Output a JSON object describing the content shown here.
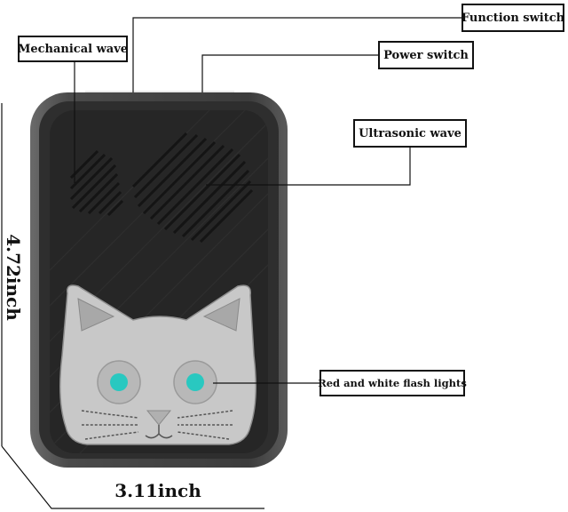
{
  "labels": {
    "function_switch": "Function switch",
    "mechanical_wave": "Mechanical wave",
    "power_switch": "Power switch",
    "ultrasonic_wave": "Ultrasonic wave",
    "flash_lights": "Red and white flash lights"
  },
  "dimensions": {
    "height": "4.72inch",
    "width": "3.11inch"
  },
  "colors": {
    "outer_shell": "#4a4a4a",
    "front_panel": "#262626",
    "cat_face": "#c8c8c8",
    "eye_light": "#29c8c0",
    "leader_line": "#111111"
  }
}
